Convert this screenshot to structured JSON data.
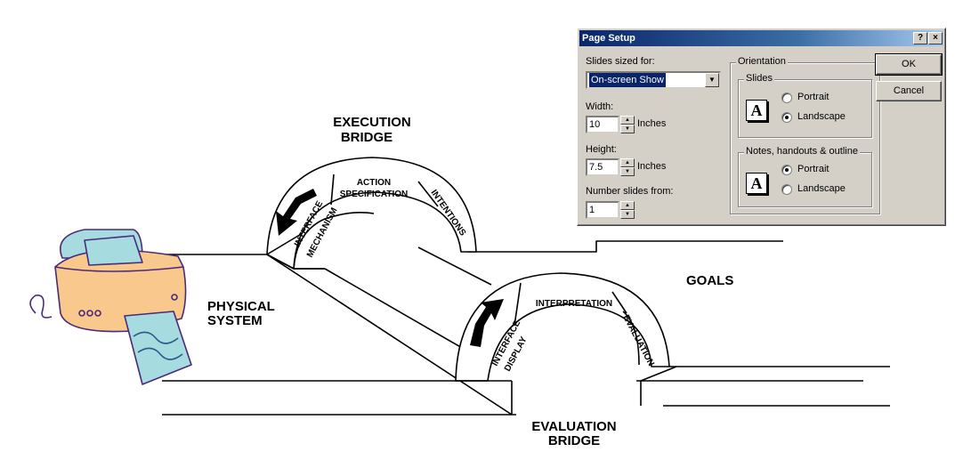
{
  "diagram": {
    "execution_bridge": [
      "EXECUTION",
      "BRIDGE"
    ],
    "evaluation_bridge": [
      "EVALUATION",
      "BRIDGE"
    ],
    "physical_system": [
      "PHYSICAL",
      "SYSTEM"
    ],
    "goals": "GOALS",
    "exec_arc": {
      "interface": "INTERFACE",
      "mechanism": "MECHANISM",
      "action": "ACTION",
      "specification": "SPECIFICATION",
      "intentions": "INTENTIONS"
    },
    "eval_arc": {
      "interface": "INTERFACE",
      "display": "DISPLAY",
      "interpretation": "INTERPRETATION",
      "evaluation": "EVALUATION"
    }
  },
  "dialog": {
    "title": "Page Setup",
    "help_btn": "?",
    "close_btn": "×",
    "slides_sized_for_label": "Slides sized for:",
    "slides_sized_for_value": "On-screen Show",
    "width_label": "Width:",
    "width_value": "10",
    "width_unit": "Inches",
    "height_label": "Height:",
    "height_value": "7.5",
    "height_unit": "Inches",
    "number_from_label": "Number slides from:",
    "number_from_value": "1",
    "orientation_label": "Orientation",
    "slides_group_label": "Slides",
    "slides_portrait": "Portrait",
    "slides_landscape": "Landscape",
    "slides_selected": "landscape",
    "notes_group_label": "Notes, handouts & outline",
    "notes_portrait": "Portrait",
    "notes_landscape": "Landscape",
    "notes_selected": "portrait",
    "ok": "OK",
    "cancel": "Cancel",
    "orientation_icon_letter": "A"
  },
  "colors": {
    "titlebar_start": "#0a246a",
    "titlebar_end": "#a6caf0",
    "dialog_face": "#d4d0c8",
    "printer_body": "#f9c88c",
    "printer_paper": "#a6dbe0"
  },
  "icons": [
    "printer-clipart",
    "combo-arrow-icon",
    "spin-up-icon",
    "spin-down-icon",
    "orientation-a-icon",
    "help-icon",
    "close-icon"
  ]
}
